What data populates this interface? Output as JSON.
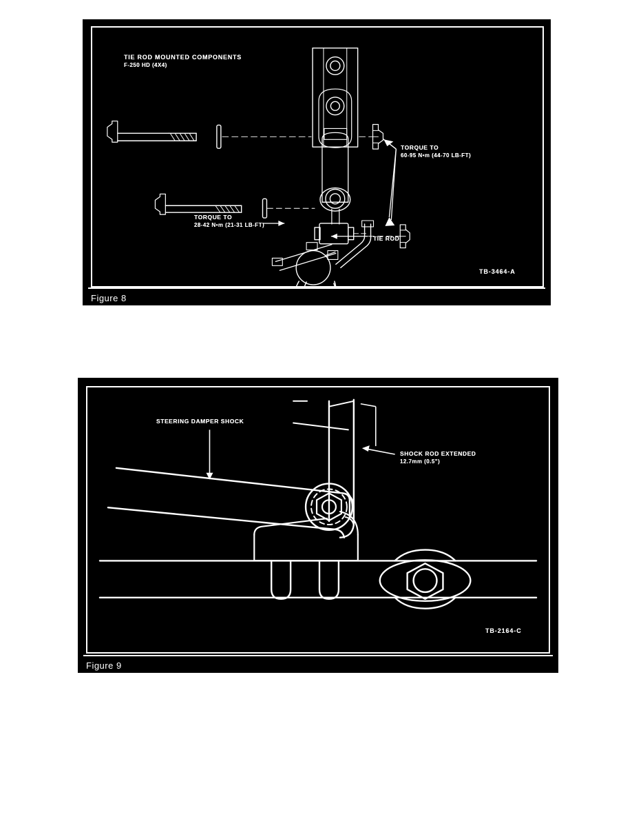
{
  "page": {
    "background_color": "#ffffff",
    "ink_color": "#ffffff",
    "panel_color": "#000000"
  },
  "figures": [
    {
      "id": "figure-8",
      "caption": "Figure  8",
      "reference_code": "TB-3464-A",
      "title_line_1": "TIE ROD MOUNTED COMPONENTS",
      "title_line_2": "F-250 HD (4X4)",
      "callouts": [
        {
          "name": "torque-upper",
          "line_1": "TORQUE TO",
          "line_2": "60-95 N•m (44-70 LB-FT)"
        },
        {
          "name": "torque-lower",
          "line_1": "TORQUE TO",
          "line_2": "28-42 N•m (21-31 LB-FT)"
        },
        {
          "name": "tie-rod",
          "line_1": "TIE ROD",
          "line_2": ""
        }
      ]
    },
    {
      "id": "figure-9",
      "caption": "Figure  9",
      "reference_code": "TB-2164-C",
      "title_line_1": "",
      "title_line_2": "",
      "callouts": [
        {
          "name": "steering-damper-shock",
          "line_1": "STEERING DAMPER SHOCK",
          "line_2": ""
        },
        {
          "name": "shock-rod-extended",
          "line_1": "SHOCK ROD EXTENDED",
          "line_2": "12.7mm (0.5\")"
        }
      ]
    }
  ]
}
